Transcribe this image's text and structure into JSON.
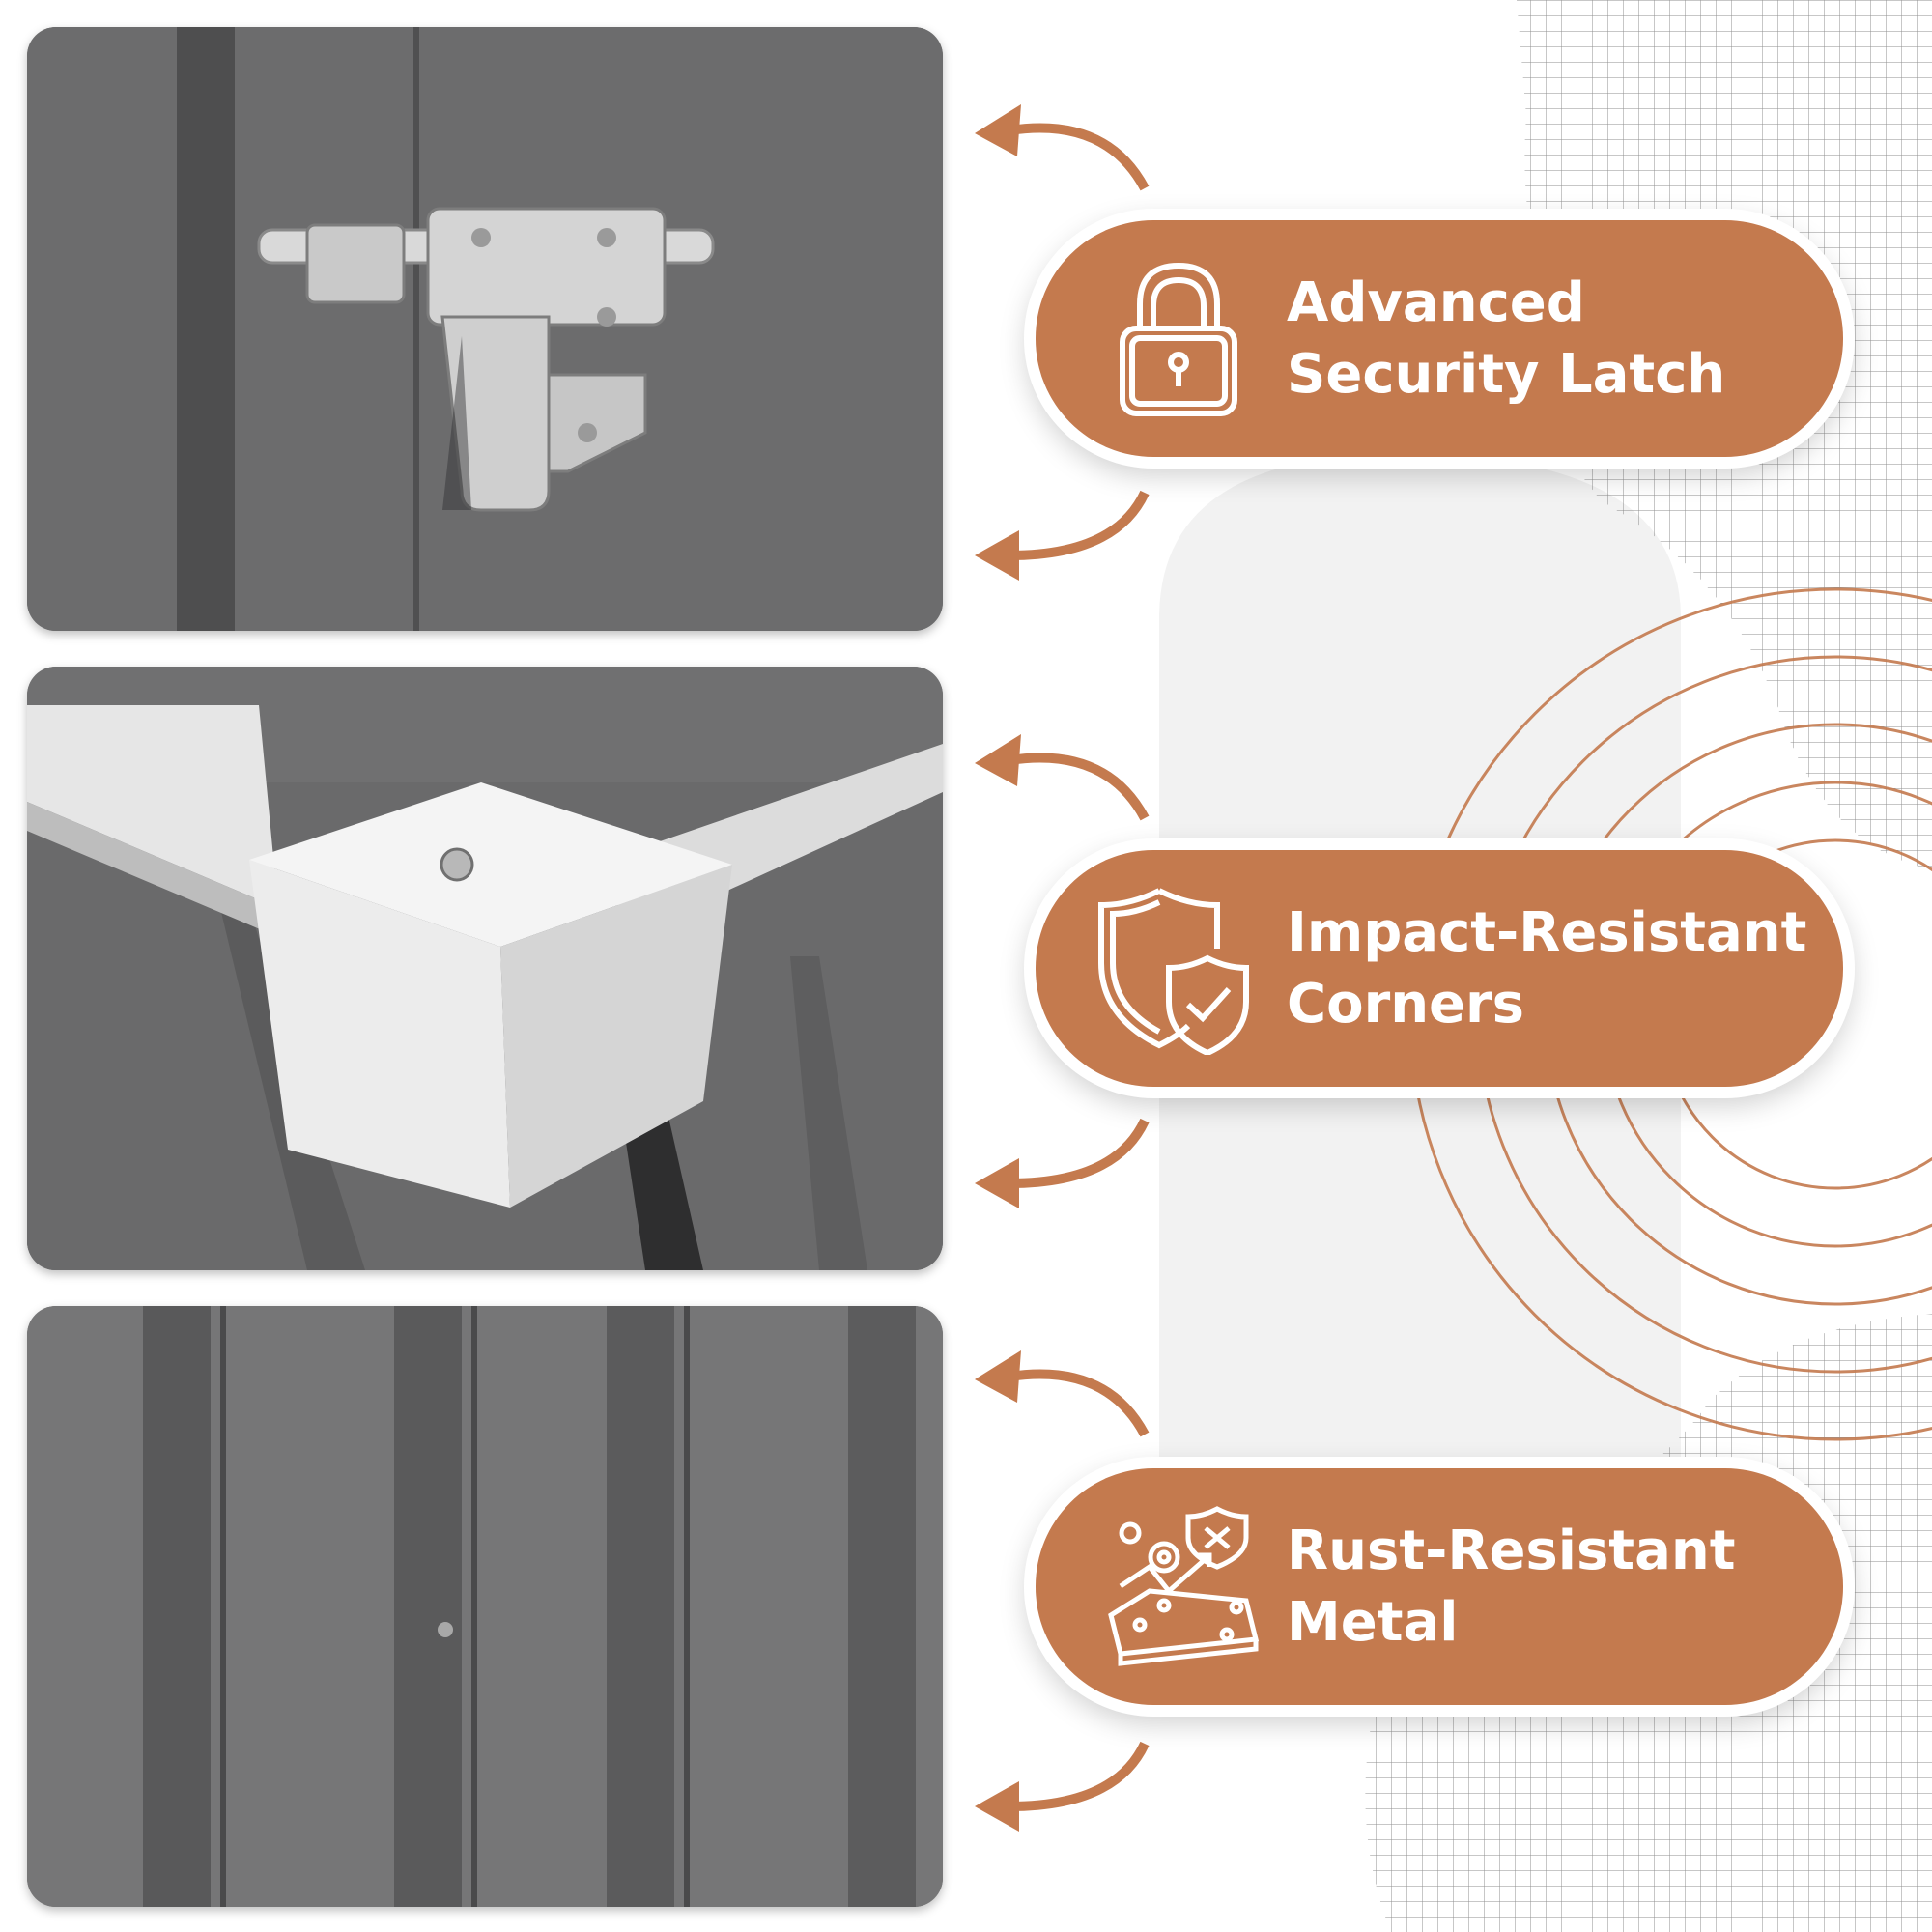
{
  "features": [
    {
      "line1": "Advanced",
      "line2": "Security Latch",
      "icon": "padlock-icon"
    },
    {
      "line1": "Impact-Resistant",
      "line2": "Corners",
      "icon": "shield-check-icon"
    },
    {
      "line1": "Rust-Resistant",
      "line2": "Metal",
      "icon": "metal-sheet-gear-shield-icon"
    }
  ],
  "colors": {
    "accent": "#c47a4e",
    "panel_gray": "#6e6e6f",
    "text_on_accent": "#ffffff"
  }
}
